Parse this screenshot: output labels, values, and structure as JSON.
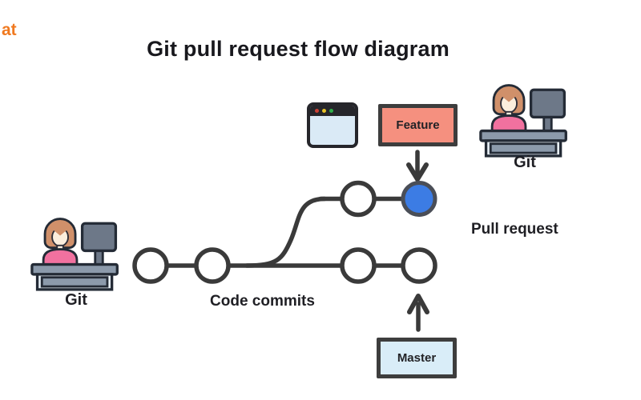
{
  "brand": {
    "logo_text": "at",
    "color": "#f0791f"
  },
  "title": {
    "text": "Git pull request flow diagram",
    "color": "#18181d"
  },
  "nodes": {
    "feature_box": {
      "label": "Feature",
      "fill": "#f5907f",
      "border": "#3d3d3d"
    },
    "master_box": {
      "label": "Master",
      "fill": "#d9edf8",
      "border": "#3d3d3d"
    }
  },
  "labels": {
    "pull_request": "Pull request",
    "code_commits": "Code commits",
    "git_left": "Git",
    "git_right": "Git"
  },
  "graph": {
    "line_color": "#3a3a3a",
    "commit_fill": "#ffffff",
    "highlight_fill": "#3c7ce4",
    "highlight_stroke": "#4a4e57",
    "master_commit_count": 4,
    "feature_commit_count": 2,
    "highlighted_commit": "feature-tip"
  },
  "icons": {
    "browser_window": {
      "header": "#26262b",
      "body": "#daeaf6",
      "dot_colors": [
        "#cc4135",
        "#e8c227",
        "#2fae49"
      ]
    }
  }
}
